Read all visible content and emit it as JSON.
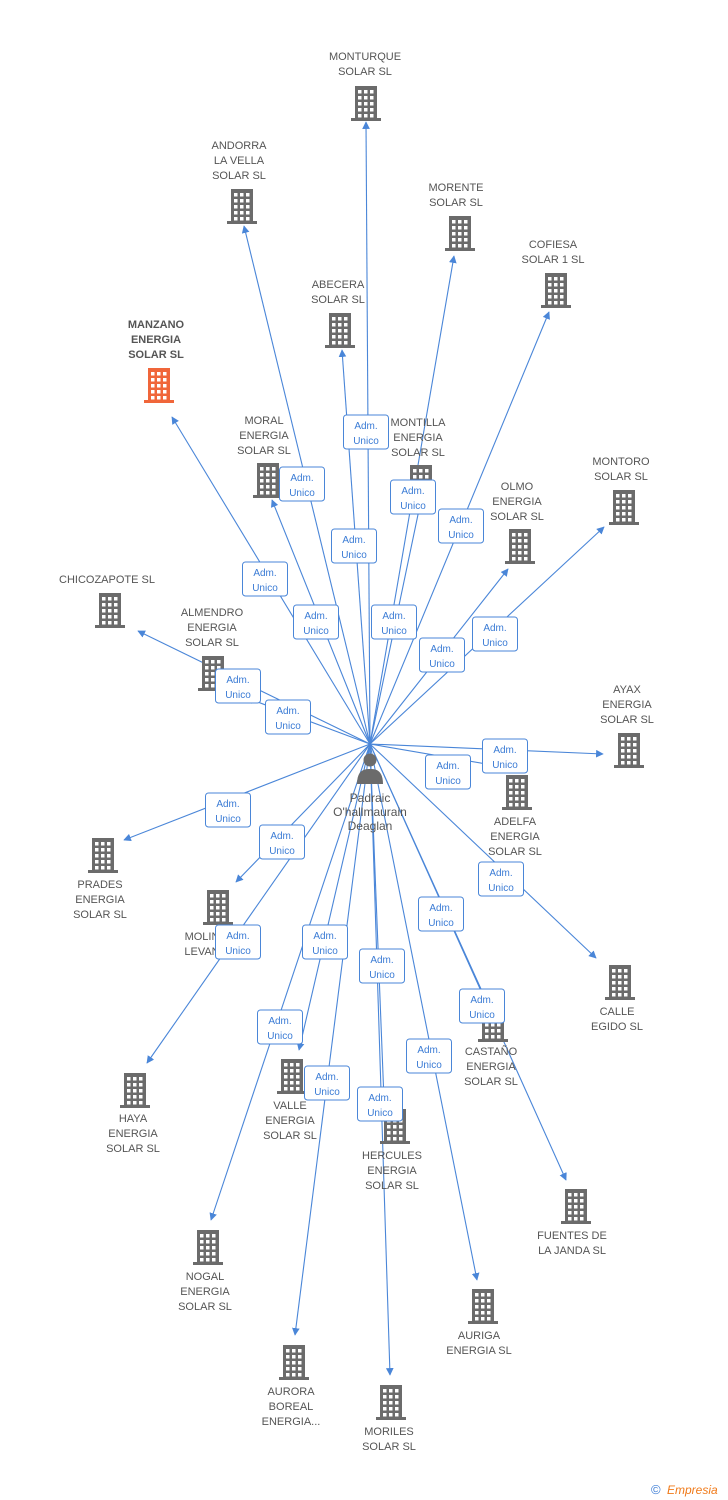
{
  "person": {
    "label_lines": [
      "Padraic",
      "O'hallmaurain",
      "Deaglan"
    ],
    "icon": "person-icon"
  },
  "relation_label": [
    "Adm.",
    "Unico"
  ],
  "colors": {
    "edge": "#4a86d8",
    "company_icon": "#6b6b6b",
    "highlight_icon": "#f0663a",
    "label_border": "#4a86d8",
    "label_text": "#3a7bd5"
  },
  "companies": [
    {
      "id": "monturque",
      "lines": [
        "MONTURQUE",
        "SOLAR SL"
      ],
      "icon": "building-icon"
    },
    {
      "id": "andorra",
      "lines": [
        "ANDORRA",
        "LA VELLA",
        "SOLAR SL"
      ],
      "icon": "building-icon"
    },
    {
      "id": "morente",
      "lines": [
        "MORENTE",
        "SOLAR SL"
      ],
      "icon": "building-icon"
    },
    {
      "id": "cofiesa",
      "lines": [
        "COFIESA",
        "SOLAR 1 SL"
      ],
      "icon": "building-icon"
    },
    {
      "id": "abecera",
      "lines": [
        "ABECERA",
        "SOLAR SL"
      ],
      "icon": "building-icon"
    },
    {
      "id": "manzano",
      "lines": [
        "MANZANO",
        "ENERGIA",
        "SOLAR SL"
      ],
      "icon": "building-icon",
      "highlight": true
    },
    {
      "id": "moral",
      "lines": [
        "MORAL",
        "ENERGIA",
        "SOLAR SL"
      ],
      "icon": "building-icon"
    },
    {
      "id": "montilla",
      "lines": [
        "MONTILLA",
        "ENERGIA",
        "SOLAR SL"
      ],
      "icon": "building-icon"
    },
    {
      "id": "olmo",
      "lines": [
        "OLMO",
        "ENERGIA",
        "SOLAR SL"
      ],
      "icon": "building-icon"
    },
    {
      "id": "montoro",
      "lines": [
        "MONTORO",
        "SOLAR SL"
      ],
      "icon": "building-icon"
    },
    {
      "id": "chicozapote",
      "lines": [
        "CHICOZAPOTE SL"
      ],
      "icon": "building-icon"
    },
    {
      "id": "almendro",
      "lines": [
        "ALMENDRO",
        "ENERGIA",
        "SOLAR SL"
      ],
      "icon": "building-icon"
    },
    {
      "id": "ayax",
      "lines": [
        "AYAX",
        "ENERGIA",
        "SOLAR SL"
      ],
      "icon": "building-icon"
    },
    {
      "id": "adelfa",
      "lines": [
        "ADELFA",
        "ENERGIA",
        "SOLAR SL"
      ],
      "icon": "building-icon"
    },
    {
      "id": "prades",
      "lines": [
        "PRADES",
        "ENERGIA",
        "SOLAR SL"
      ],
      "icon": "building-icon"
    },
    {
      "id": "molinos",
      "lines": [
        "MOLIN",
        "LEVAN"
      ],
      "icon": "building-icon"
    },
    {
      "id": "calle",
      "lines": [
        "CALLE",
        "EGIDO SL"
      ],
      "icon": "building-icon"
    },
    {
      "id": "castano",
      "lines": [
        "CASTAÑO",
        "ENERGIA",
        "SOLAR SL"
      ],
      "icon": "building-icon"
    },
    {
      "id": "haya",
      "lines": [
        "HAYA",
        "ENERGIA",
        "SOLAR SL"
      ],
      "icon": "building-icon"
    },
    {
      "id": "valle",
      "lines": [
        "VALLE",
        "ENERGIA",
        "SOLAR SL"
      ],
      "icon": "building-icon"
    },
    {
      "id": "hercules",
      "lines": [
        "HERCULES",
        "ENERGIA",
        "SOLAR SL"
      ],
      "icon": "building-icon"
    },
    {
      "id": "fuentes",
      "lines": [
        "FUENTES DE",
        "LA JANDA SL"
      ],
      "icon": "building-icon"
    },
    {
      "id": "nogal",
      "lines": [
        "NOGAL",
        "ENERGIA",
        "SOLAR SL"
      ],
      "icon": "building-icon"
    },
    {
      "id": "auriga",
      "lines": [
        "AURIGA",
        "ENERGIA SL"
      ],
      "icon": "building-icon"
    },
    {
      "id": "aurora",
      "lines": [
        "AURORA",
        "BOREAL",
        "ENERGIA..."
      ],
      "icon": "building-icon"
    },
    {
      "id": "moriles",
      "lines": [
        "MORILES",
        "SOLAR SL"
      ],
      "icon": "building-icon"
    }
  ],
  "footer": {
    "copyright": "©",
    "brand": "Empresia"
  }
}
